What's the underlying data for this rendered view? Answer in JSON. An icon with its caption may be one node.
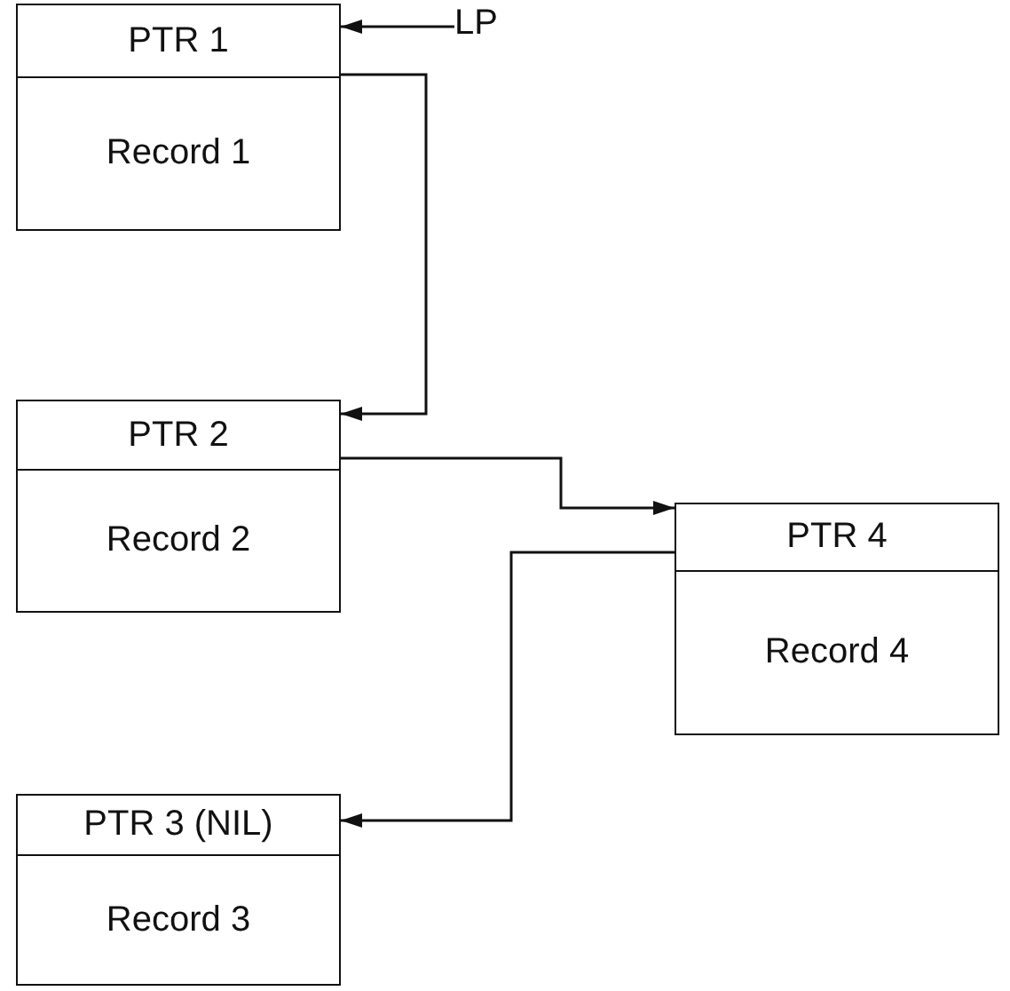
{
  "diagram": {
    "nodes": [
      {
        "text": [
          "PTR 1",
          "Record 1"
        ]
      },
      {
        "text": [
          "LP"
        ]
      },
      {
        "text": [
          "PTR 2",
          "Record 2"
        ]
      },
      {
        "text": [
          "PTR 4",
          "Record 4"
        ]
      },
      {
        "text": [
          "PTR 3 (NIL)",
          "Record 3"
        ]
      }
    ],
    "edges": [
      {
        "from": 1,
        "to": 0,
        "arrow": "to"
      },
      {
        "from": 0,
        "to": 2,
        "arrow": "to"
      },
      {
        "from": 2,
        "to": 3,
        "arrow": "to"
      },
      {
        "from": 3,
        "to": 4,
        "arrow": "to"
      }
    ]
  }
}
